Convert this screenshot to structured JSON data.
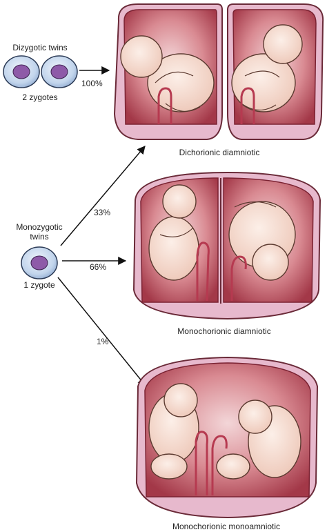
{
  "dizygotic": {
    "title": "Dizygotic twins",
    "count": "2 zygotes",
    "percent": "100%",
    "result": "Dichorionic diamniotic"
  },
  "monozygotic": {
    "title_line1": "Monozygotic",
    "title_line2": "twins",
    "count": "1 zygote",
    "branches": [
      {
        "percent": "33%",
        "result": "Dichorionic diamniotic"
      },
      {
        "percent": "66%",
        "result": "Monochorionic diamniotic"
      },
      {
        "percent": "1%",
        "result": "Monochorionic monoamniotic"
      }
    ]
  },
  "colors": {
    "zygote_outer": "#b9cde6",
    "zygote_nucleus": "#8e5aa8",
    "chorion_outer": "#e7b9cd",
    "amnion_cavity": "#bb4e5e",
    "fetus_skin": "#f6d9cd",
    "arrow": "#111111"
  }
}
